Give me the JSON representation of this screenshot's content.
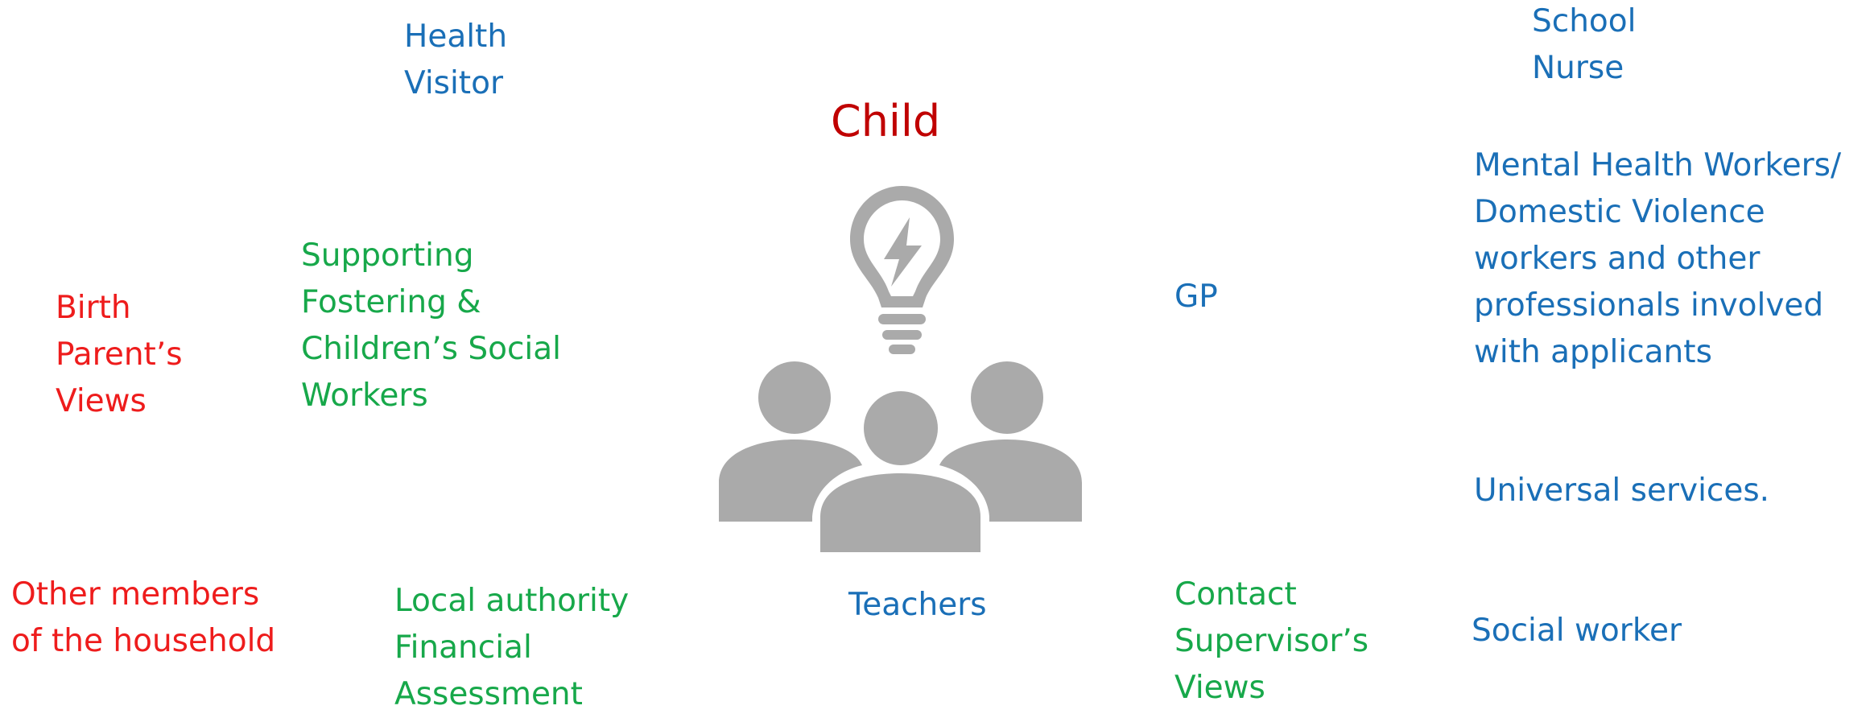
{
  "center": {
    "title": "Child",
    "icon": "team-idea-icon",
    "colors": {
      "title": "#c00000",
      "icon": "#aaaaaa"
    }
  },
  "colors": {
    "professional": "#1a6fb7",
    "fostering": "#17a84a",
    "family": "#ee1c1c"
  },
  "labels": {
    "health_visitor": [
      "Health",
      "Visitor"
    ],
    "school_nurse": [
      "School",
      "Nurse"
    ],
    "mental_health": [
      "Mental Health Workers/",
      "Domestic Violence",
      "workers and other",
      "professionals involved",
      "with applicants"
    ],
    "supporting_social_workers": [
      "Supporting",
      "Fostering &",
      "Children’s Social",
      "Workers"
    ],
    "birth_parents": [
      "Birth",
      "Parent’s",
      "Views"
    ],
    "gp": [
      "GP"
    ],
    "universal_services": [
      "Universal services."
    ],
    "other_household": [
      "Other members",
      "of the household"
    ],
    "financial_assessment": [
      "Local authority",
      "Financial",
      "Assessment"
    ],
    "teachers": [
      "Teachers"
    ],
    "contact_supervisor": [
      "Contact",
      "Supervisor’s",
      "Views"
    ],
    "social_worker": [
      "Social worker"
    ]
  }
}
